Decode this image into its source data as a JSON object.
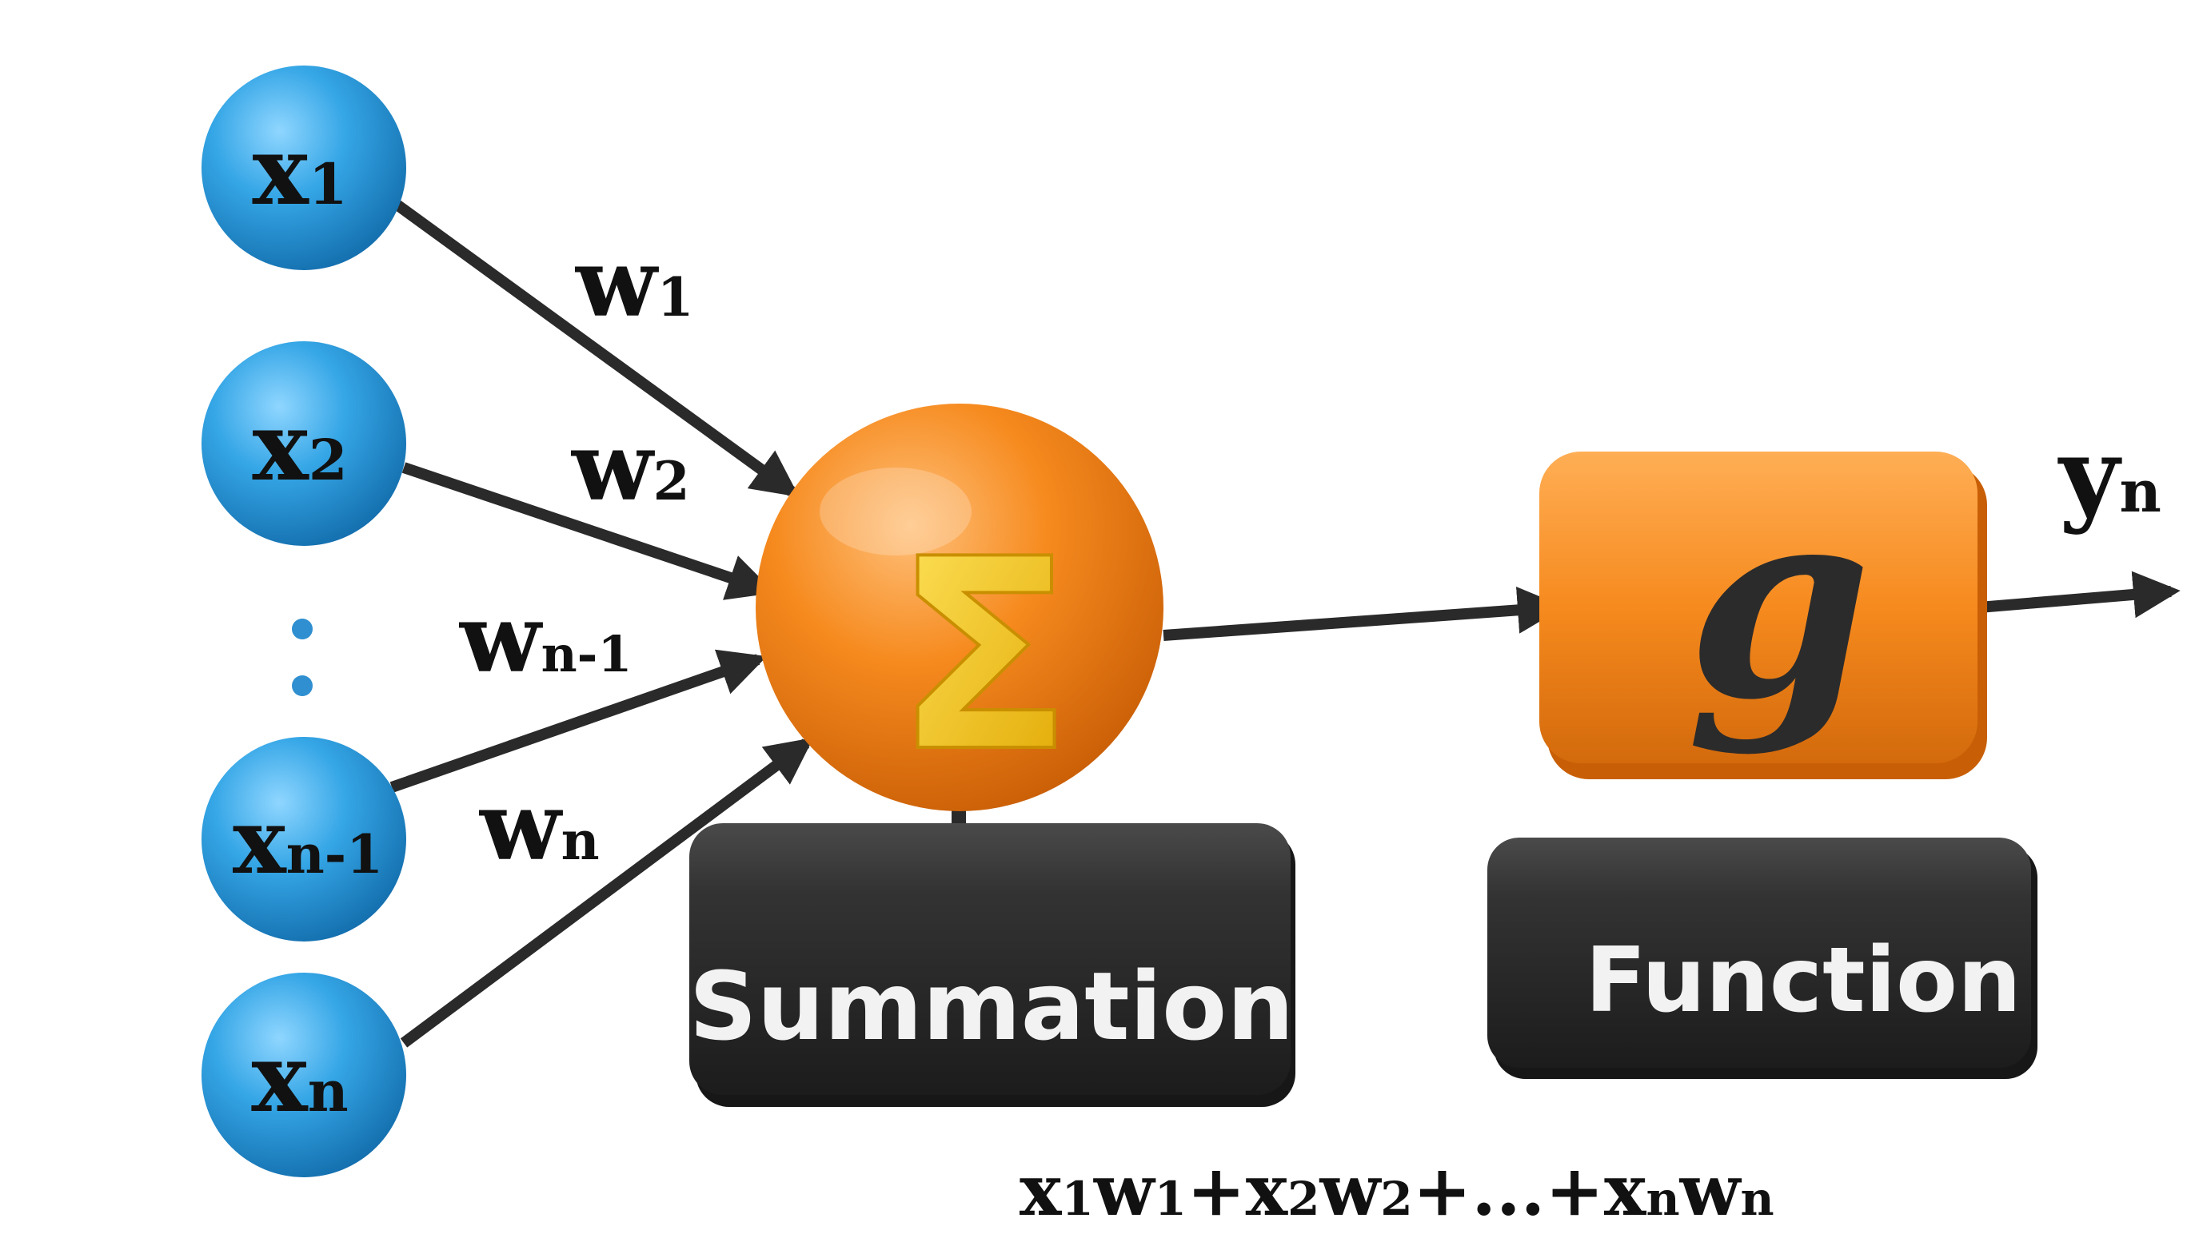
{
  "inputs": [
    {
      "base": "x",
      "sub": "1"
    },
    {
      "base": "x",
      "sub": "2"
    },
    {
      "base": "x",
      "sub": "n-1"
    },
    {
      "base": "x",
      "sub": "n"
    }
  ],
  "weights": [
    {
      "base": "w",
      "sub": "1"
    },
    {
      "base": "w",
      "sub": "2"
    },
    {
      "base": "w",
      "sub": "n-1"
    },
    {
      "base": "w",
      "sub": "n"
    }
  ],
  "summation": {
    "symbol": "Σ",
    "label": "Summation"
  },
  "function": {
    "symbol": "g",
    "label": "Function"
  },
  "output": {
    "base": "y",
    "sub": "n"
  },
  "formula": {
    "terms": [
      {
        "x": "x",
        "xs": "1",
        "w": "w",
        "ws": "1"
      },
      {
        "x": "x",
        "xs": "2",
        "w": "w",
        "ws": "2"
      },
      {
        "x": "x",
        "xs": "n",
        "w": "w",
        "ws": "n"
      }
    ],
    "plus": "+",
    "ellipsis": "..."
  },
  "colors": {
    "input_node": "#2f9fe0",
    "summation_node": "#f58a1f",
    "function_box": "#f58a1f",
    "sigma": "#f3c21b",
    "pedestal": "#2b2b2b",
    "arrow": "#2a2a2a"
  }
}
